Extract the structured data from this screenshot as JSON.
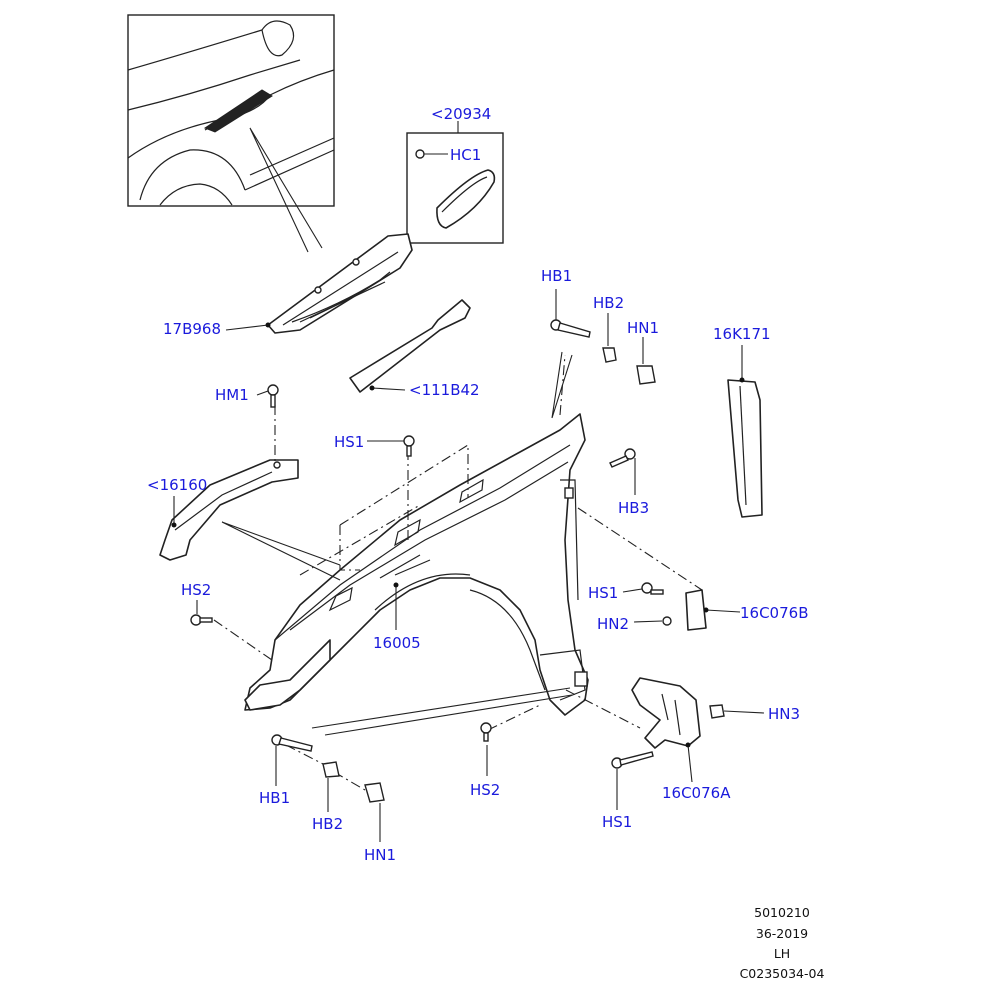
{
  "labels": {
    "ref_20934": "<20934",
    "hc1": "HC1",
    "hb1_top": "HB1",
    "hb2_top": "HB2",
    "hn1_top": "HN1",
    "p_16k171": "16K171",
    "p_17b968": "17B968",
    "p_111b42": "<111B42",
    "hm1": "HM1",
    "hs1_top": "HS1",
    "ref_16160": "<16160",
    "hb3": "HB3",
    "hs2_left": "HS2",
    "hs1_right": "HS1",
    "p_16c076b": "16C076B",
    "hn2": "HN2",
    "p_16005": "16005",
    "hn3": "HN3",
    "hs2_bottom": "HS2",
    "hb1_bottom": "HB1",
    "hb2_bottom": "HB2",
    "hn1_bottom": "HN1",
    "p_16c076a": "16C076A",
    "hs1_bottom": "HS1"
  },
  "footer": {
    "line1": "5010210",
    "line2": "36-2019",
    "line3": "LH",
    "line4": "C0235034-04"
  },
  "colors": {
    "label": "#1a1adc",
    "line": "#222222"
  }
}
